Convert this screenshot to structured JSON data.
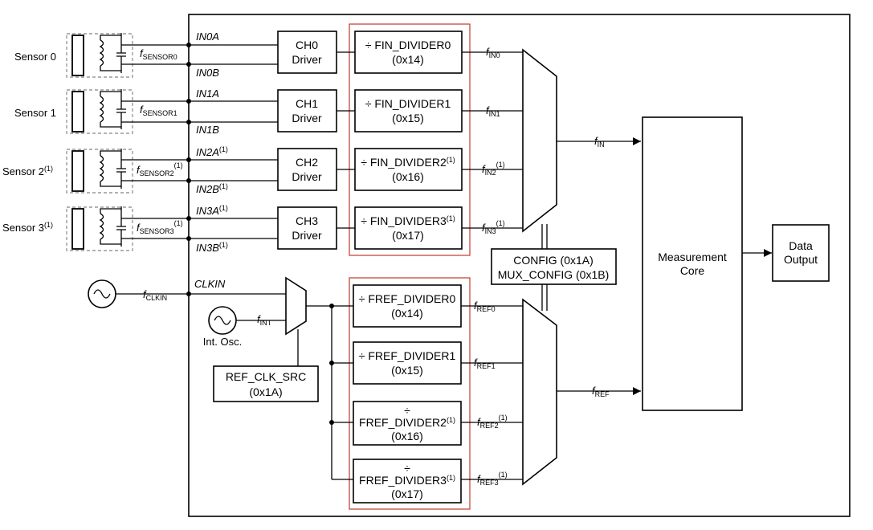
{
  "sensors": [
    {
      "label": "Sensor 0",
      "sup": "",
      "freq_sub": "SENSOR0",
      "freq_sup": "",
      "pin_a": "IN0A",
      "pin_a_sup": "",
      "pin_b": "IN0B",
      "pin_b_sup": "",
      "driver_line1": "CH0",
      "driver_line2": "Driver",
      "divider_line1": "÷ FIN_DIVIDER0",
      "divider_sup": "",
      "divider_reg": "(0x14)",
      "fin_sub": "IN0",
      "fin_sup": ""
    },
    {
      "label": "Sensor 1",
      "sup": "",
      "freq_sub": "SENSOR1",
      "freq_sup": "",
      "pin_a": "IN1A",
      "pin_a_sup": "",
      "pin_b": "IN1B",
      "pin_b_sup": "",
      "driver_line1": "CH1",
      "driver_line2": "Driver",
      "divider_line1": "÷ FIN_DIVIDER1",
      "divider_sup": "",
      "divider_reg": "(0x15)",
      "fin_sub": "IN1",
      "fin_sup": ""
    },
    {
      "label": "Sensor 2",
      "sup": "(1)",
      "freq_sub": "SENSOR2",
      "freq_sup": "(1)",
      "pin_a": "IN2A",
      "pin_a_sup": "(1)",
      "pin_b": "IN2B",
      "pin_b_sup": "(1)",
      "driver_line1": "CH2",
      "driver_line2": "Driver",
      "divider_line1": "÷ FIN_DIVIDER2",
      "divider_sup": "(1)",
      "divider_reg": "(0x16)",
      "fin_sub": "IN2",
      "fin_sup": "(1)"
    },
    {
      "label": "Sensor 3",
      "sup": "(1)",
      "freq_sub": "SENSOR3",
      "freq_sup": "(1)",
      "pin_a": "IN3A",
      "pin_a_sup": "(1)",
      "pin_b": "IN3B",
      "pin_b_sup": "(1)",
      "driver_line1": "CH3",
      "driver_line2": "Driver",
      "divider_line1": "÷ FIN_DIVIDER3",
      "divider_sup": "(1)",
      "divider_reg": "(0x17)",
      "fin_sub": "IN3",
      "fin_sup": "(1)"
    }
  ],
  "clock": {
    "pin": "CLKIN",
    "f_clkin_sub": "CLKIN",
    "f_int_sub": "INT",
    "osc_label": "Int. Osc.",
    "ref_clk_src_line1": "REF_CLK_SRC",
    "ref_clk_src_line2": "(0x1A)"
  },
  "fref_dividers": [
    {
      "line1": "÷ FREF_DIVIDER0",
      "line2": "",
      "sup": "",
      "reg": "(0x14)",
      "out_sub": "REF0",
      "out_sup": ""
    },
    {
      "line1": "÷ FREF_DIVIDER1",
      "line2": "",
      "sup": "",
      "reg": "(0x15)",
      "out_sub": "REF1",
      "out_sup": ""
    },
    {
      "line1": "÷",
      "line2": "FREF_DIVIDER2",
      "sup": "(1)",
      "reg": "(0x16)",
      "out_sub": "REF2",
      "out_sup": "(1)"
    },
    {
      "line1": "÷",
      "line2": "FREF_DIVIDER3",
      "sup": "(1)",
      "reg": "(0x17)",
      "out_sub": "REF3",
      "out_sup": "(1)"
    }
  ],
  "config": {
    "line1": "CONFIG (0x1A)",
    "line2": "MUX_CONFIG (0x1B)"
  },
  "f_in_sub": "IN",
  "f_ref_sub": "REF",
  "f_letter": "f",
  "measurement_core": {
    "line1": "Measurement",
    "line2": "Core"
  },
  "data_output": {
    "line1": "Data",
    "line2": "Output"
  }
}
